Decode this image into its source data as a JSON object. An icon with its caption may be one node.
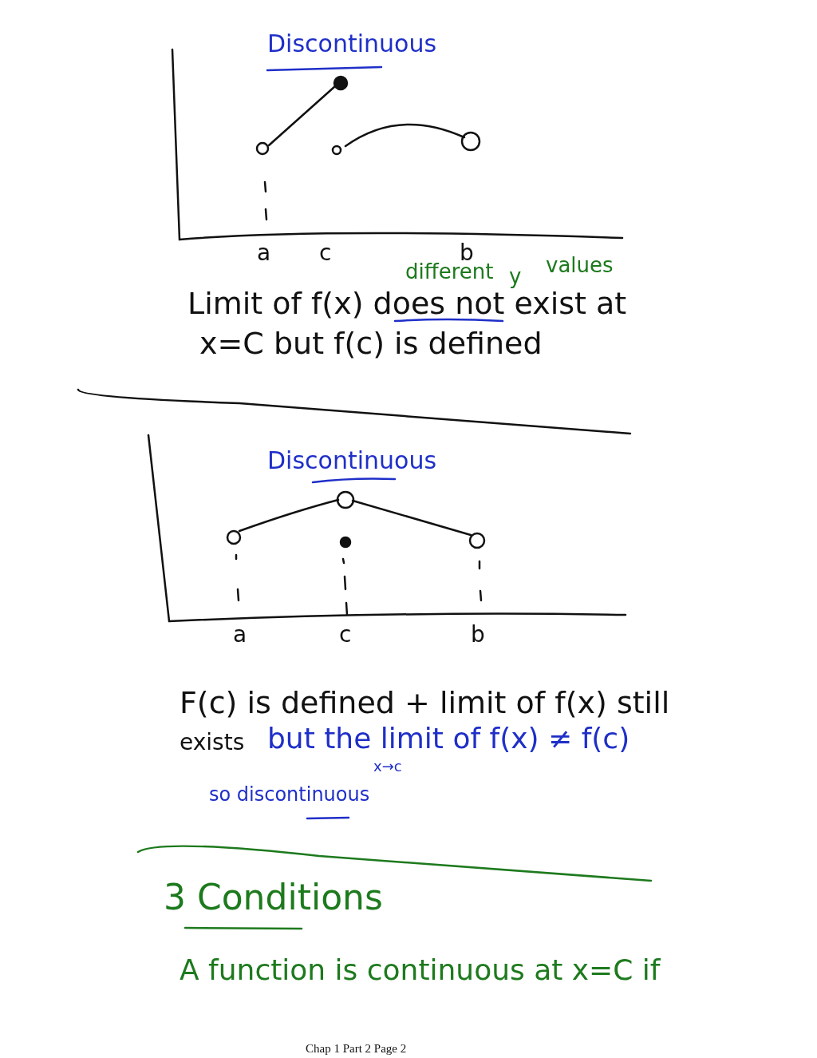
{
  "diagram": {
    "labels": [
      "Discontinuous",
      "a",
      "c",
      "b",
      "different",
      "y",
      "values",
      "Limit of f(x) does not exist at",
      "x=C but f(c) is defined",
      "Discontinuous",
      "a",
      "c",
      "b",
      "F(c) is defined + limit of f(x) still",
      "exists",
      "but the limit of f(x) ≠ f(c)",
      "x→c",
      "so discontinuous",
      "3 Conditions",
      "A function is continuous at x=C if",
      "Chap 1 Part 2 Page 2"
    ]
  }
}
